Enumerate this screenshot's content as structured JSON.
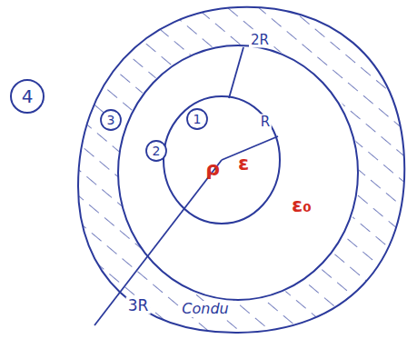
{
  "diagram": {
    "labels": [
      "4",
      "3",
      "2",
      "1",
      "2R",
      "R",
      "ρ",
      "ε",
      "ε₀",
      "3R",
      "Condu"
    ]
  }
}
